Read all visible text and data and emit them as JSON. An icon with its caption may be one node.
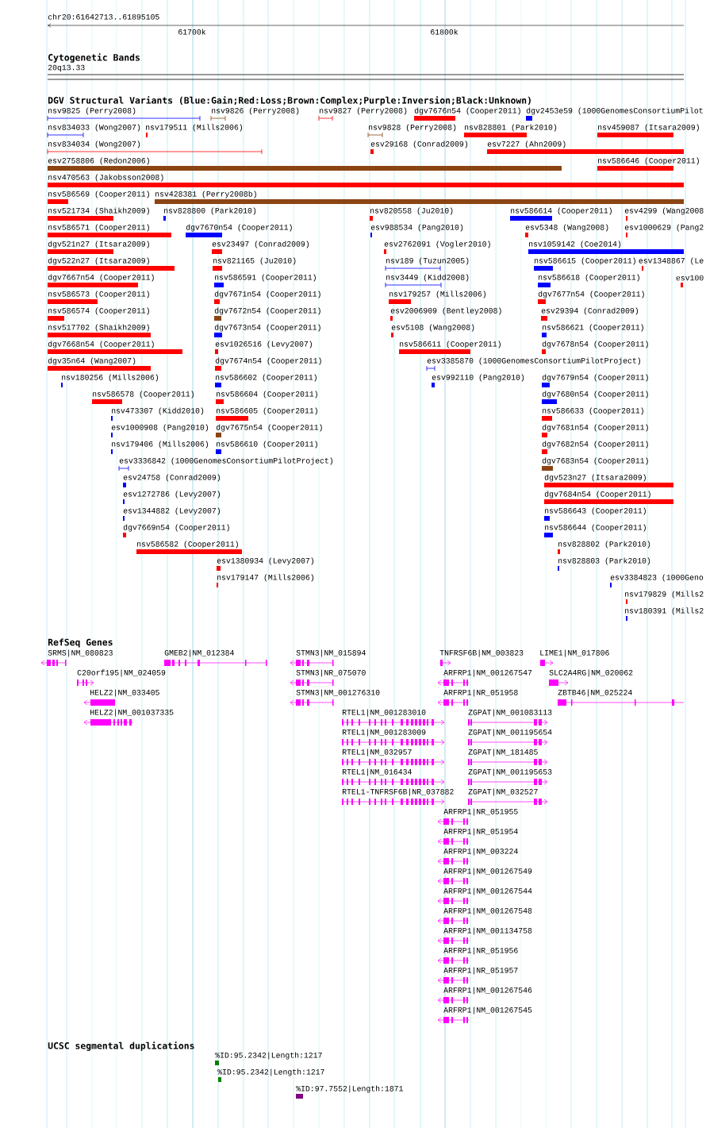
{
  "diagram": {
    "labels": [
      "chr20:61642713..61895105",
      "61700k",
      "61800k",
      "Cytogenetic Bands",
      "20q13.33",
      "DGV Structural Variants (Blue:Gain;Red:Loss;Brown:Complex;Purple:Inversion;Black:Unknown)",
      "nsv9825 (Perry2008)",
      "nsv9826 (Perry2008)",
      "nsv9827 (Perry2008)",
      "dgv7676n54 (Cooper2011)",
      "dgv2453e59 (1000GenomesConsortiumPilot",
      "nsv834033 (Wong2007)",
      "nsv179511 (Mills2006)",
      "nsv9828 (Perry2008)",
      "nsv828801 (Park2010)",
      "nsv459087 (Itsara2009)",
      "nsv834034 (Wong2007)",
      "esv29168 (Conrad2009)",
      "esv7227 (Ahn2009)",
      "esv2758806 (Redon2006)",
      "nsv586646 (Cooper2011)",
      "nsv470563 (Jakobsson2008)",
      "nsv586569 (Cooper2011)",
      "nsv428381 (Perry2008b)",
      "nsv521734 (Shaikh2009)",
      "nsv828800 (Park2010)",
      "nsv820558 (Ju2010)",
      "nsv586614 (Cooper2011)",
      "esv4299 (Wang2008",
      "nsv586571 (Cooper2011)",
      "dgv7670n54 (Cooper2011)",
      "esv988534 (Pang2010)",
      "esv5348 (Wang2008)",
      "esv1000629 (Pang2",
      "dgv521n27 (Itsara2009)",
      "esv23497 (Conrad2009)",
      "esv2762091 (Vogler2010)",
      "nsv1059142 (Coe2014)",
      "dgv522n27 (Itsara2009)",
      "nsv821165 (Ju2010)",
      "nsv189 (Tuzun2005)",
      "nsv586615 (Cooper2011)",
      "esv1348867 (Le",
      "dgv7667n54 (Cooper2011)",
      "nsv586591 (Cooper2011)",
      "nsv3449 (Kidd2008)",
      "nsv586618 (Cooper2011)",
      "esv100",
      "nsv586573 (Cooper2011)",
      "dgv7671n54 (Cooper2011)",
      "nsv179257 (Mills2006)",
      "dgv7677n54 (Cooper2011)",
      "nsv586574 (Cooper2011)",
      "dgv7672n54 (Cooper2011)",
      "esv2006909 (Bentley2008)",
      "esv29394 (Conrad2009)",
      "nsv517702 (Shaikh2009)",
      "dgv7673n54 (Cooper2011)",
      "esv5108 (Wang2008)",
      "nsv586621 (Cooper2011)",
      "dgv7668n54 (Cooper2011)",
      "esv1026516 (Levy2007)",
      "nsv586611 (Cooper2011)",
      "dgv7678n54 (Cooper2011)",
      "dgv35n64 (Wang2007)",
      "dgv7674n54 (Cooper2011)",
      "esv3385870 (1000GenomesConsortiumPilotProject)",
      "nsv180256 (Mills2006)",
      "nsv586602 (Cooper2011)",
      "esv992110 (Pang2010)",
      "dgv7679n54 (Cooper2011)",
      "nsv586578 (Cooper2011)",
      "nsv586604 (Cooper2011)",
      "dgv7680n54 (Cooper2011)",
      "nsv473307 (Kidd2010)",
      "nsv586605 (Cooper2011)",
      "nsv586633 (Cooper2011)",
      "esv1000908 (Pang2010)",
      "dgv7675n54 (Cooper2011)",
      "dgv7681n54 (Cooper2011)",
      "nsv179406 (Mills2006)",
      "nsv586610 (Cooper2011)",
      "dgv7682n54 (Cooper2011)",
      "esv3336842 (1000GenomesConsortiumPilotProject)",
      "dgv7683n54 (Cooper2011)",
      "esv24758 (Conrad2009)",
      "dgv523n27 (Itsara2009)",
      "esv1272786 (Levy2007)",
      "dgv7684n54 (Cooper2011)",
      "esv1344882 (Levy2007)",
      "nsv586643 (Cooper2011)",
      "dgv7669n54 (Cooper2011)",
      "nsv586644 (Cooper2011)",
      "nsv586582 (Cooper2011)",
      "nsv828802 (Park2010)",
      "esv1380934 (Levy2007)",
      "nsv828803 (Park2010)",
      "nsv179147 (Mills2006)",
      "esv3384823 (1000Geno",
      "nsv179829 (Mills2",
      "nsv180391 (Mills2",
      "RefSeq Genes",
      "SRMS|NM_080823",
      "GMEB2|NM_012384",
      "STMN3|NM_015894",
      "TNFRSF6B|NM_003823",
      "LIME1|NM_017806",
      "C20orf195|NM_024059",
      "STMN3|NR_075070",
      "ARFRP1|NM_001267547",
      "SLC2A4RG|NM_020062",
      "HELZ2|NM_033405",
      "STMN3|NM_001276310",
      "ARFRP1|NR_051958",
      "ZBTB46|NM_025224",
      "HELZ2|NM_001037335",
      "RTEL1|NM_001283010",
      "ZGPAT|NM_001083113",
      "RTEL1|NM_001283009",
      "ZGPAT|NM_001195654",
      "RTEL1|NM_032957",
      "ZGPAT|NM_181485",
      "RTEL1|NM_016434",
      "ZGPAT|NM_001195653",
      "RTEL1-TNFRSF6B|NR_037882",
      "ZGPAT|NM_032527",
      "ARFRP1|NR_051955",
      "ARFRP1|NR_051954",
      "ARFRP1|NM_003224",
      "ARFRP1|NM_001267549",
      "ARFRP1|NM_001267544",
      "ARFRP1|NM_001267548",
      "ARFRP1|NM_001134758",
      "ARFRP1|NR_051956",
      "ARFRP1|NR_051957",
      "ARFRP1|NM_001267546",
      "ARFRP1|NM_001267545",
      "UCSC segmental duplications",
      "%ID:95.2342|Length:1217",
      "%ID:95.2342|Length:1217",
      "%ID:97.7552|Length:1871"
    ]
  }
}
